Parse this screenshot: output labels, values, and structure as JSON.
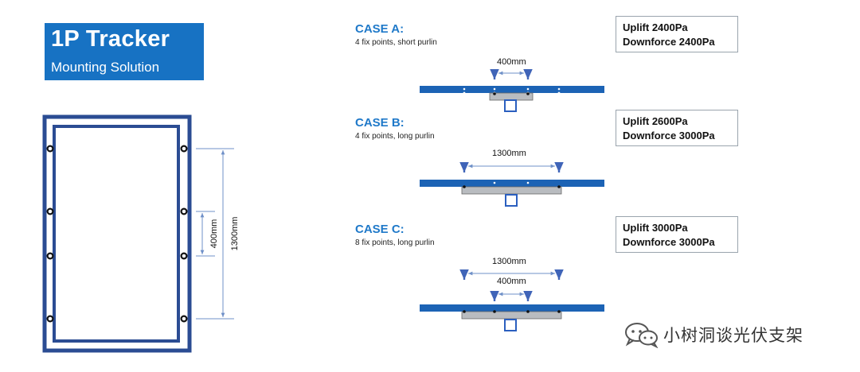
{
  "title": {
    "main": "1P Tracker",
    "sub": "Mounting Solution"
  },
  "panel": {
    "dim_inner": "400mm",
    "dim_outer": "1300mm"
  },
  "cases": [
    {
      "title": "CASE A:",
      "desc": "4 fix points, short purlin",
      "dim_top": "400mm",
      "dim_bottom": "",
      "load": {
        "uplift": "Uplift 2400Pa",
        "downforce": "Downforce 2400Pa"
      }
    },
    {
      "title": "CASE B:",
      "desc": "4 fix points, long purlin",
      "dim_top": "1300mm",
      "dim_bottom": "",
      "load": {
        "uplift": "Uplift 2600Pa",
        "downforce": "Downforce 3000Pa"
      }
    },
    {
      "title": "CASE C:",
      "desc": "8 fix points, long purlin",
      "dim_top": "1300mm",
      "dim_bottom": "400mm",
      "load": {
        "uplift": "Uplift 3000Pa",
        "downforce": "Downforce 3000Pa"
      }
    }
  ],
  "watermark": {
    "text": "小树洞谈光伏支架"
  },
  "colors": {
    "accent": "#1772c3",
    "frame": "#2b4c93",
    "rail": "#1c63b5",
    "purlin": "#b9bcc0",
    "arrow": "#3f64b8"
  }
}
